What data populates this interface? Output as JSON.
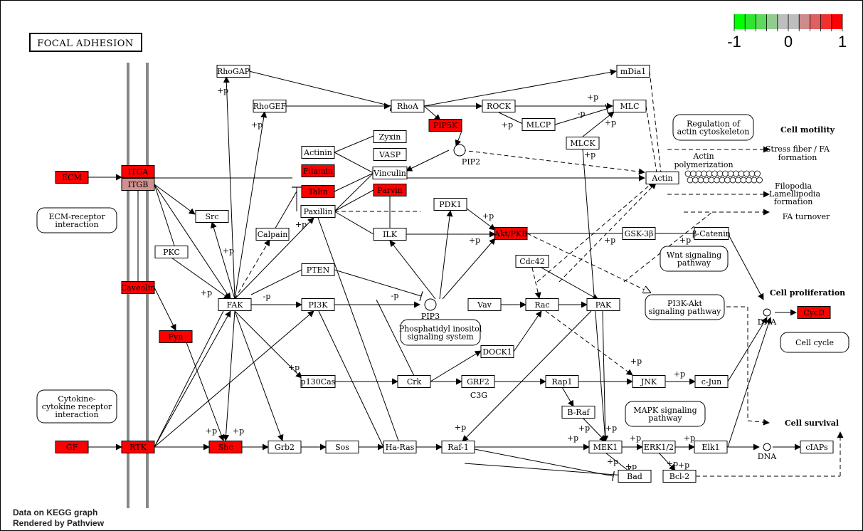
{
  "title": "FOCAL ADHESION",
  "footer": [
    "Data on KEGG graph",
    "Rendered by Pathview"
  ],
  "colors": {
    "up_strong": "#ff0000",
    "up_weak": "#d09090",
    "neutral": "#ffffff",
    "membrane": "#888888",
    "edge": "#000000"
  },
  "legend": {
    "min_label": "-1",
    "mid_label": "0",
    "max_label": "1",
    "colors": [
      "#00ff00",
      "#2ee62e",
      "#5ed95e",
      "#90cc90",
      "#bebebe",
      "#bebebe",
      "#cc8c8c",
      "#e06060",
      "#f03030",
      "#ff0000"
    ]
  },
  "nodes": [
    {
      "id": "ECM",
      "label": "ECM",
      "value": 1.0
    },
    {
      "id": "ITGA",
      "label": "ITGA",
      "value": 1.0
    },
    {
      "id": "ITGB",
      "label": "ITGB",
      "value": 0.35
    },
    {
      "id": "Caveolin",
      "label": "Caveolin",
      "value": 1.0
    },
    {
      "id": "Fyn",
      "label": "Fyn",
      "value": 1.0
    },
    {
      "id": "GF",
      "label": "GF",
      "value": 1.0
    },
    {
      "id": "RTK",
      "label": "RTK",
      "value": 1.0
    },
    {
      "id": "Shc",
      "label": "Shc",
      "value": 1.0
    },
    {
      "id": "Grb2",
      "label": "Grb2",
      "value": null
    },
    {
      "id": "Sos",
      "label": "Sos",
      "value": null
    },
    {
      "id": "HaRas",
      "label": "Ha-Ras",
      "value": null
    },
    {
      "id": "Raf1",
      "label": "Raf-1",
      "value": null
    },
    {
      "id": "MEK1",
      "label": "MEK1",
      "value": null
    },
    {
      "id": "ERK",
      "label": "ERK1/2",
      "value": null
    },
    {
      "id": "Elk1",
      "label": "Elk1",
      "value": null
    },
    {
      "id": "cIAPs",
      "label": "cIAPs",
      "value": null
    },
    {
      "id": "Bad",
      "label": "Bad",
      "value": null
    },
    {
      "id": "Bcl2",
      "label": "Bcl-2",
      "value": null
    },
    {
      "id": "Src",
      "label": "Src",
      "value": null
    },
    {
      "id": "PKC",
      "label": "PKC",
      "value": null
    },
    {
      "id": "FAK",
      "label": "FAK",
      "value": null
    },
    {
      "id": "PI3K",
      "label": "PI3K",
      "value": null
    },
    {
      "id": "p130Cas",
      "label": "p130Cas",
      "value": null
    },
    {
      "id": "Crk",
      "label": "Crk",
      "value": null
    },
    {
      "id": "DOCK1",
      "label": "DOCK1",
      "value": null
    },
    {
      "id": "GRF2",
      "label": "GRF2",
      "value": null
    },
    {
      "id": "Rap1",
      "label": "Rap1",
      "value": null
    },
    {
      "id": "BRaf",
      "label": "B-Raf",
      "value": null
    },
    {
      "id": "JNK",
      "label": "JNK",
      "value": null
    },
    {
      "id": "cJun",
      "label": "c-Jun",
      "value": null
    },
    {
      "id": "Calpain",
      "label": "Calpain",
      "value": null
    },
    {
      "id": "PTEN",
      "label": "PTEN",
      "value": null
    },
    {
      "id": "Paxillin",
      "label": "Paxillin",
      "value": null
    },
    {
      "id": "Actinin",
      "label": "Actinin",
      "value": null
    },
    {
      "id": "Filamin",
      "label": "Filamin",
      "value": 1.0
    },
    {
      "id": "Talin",
      "label": "Talin",
      "value": 1.0
    },
    {
      "id": "Zyxin",
      "label": "Zyxin",
      "value": null
    },
    {
      "id": "VASP",
      "label": "VASP",
      "value": null
    },
    {
      "id": "Vinculin",
      "label": "Vinculin",
      "value": null
    },
    {
      "id": "Parvin",
      "label": "Parvin",
      "value": 1.0
    },
    {
      "id": "ILK",
      "label": "ILK",
      "value": null
    },
    {
      "id": "PDK1",
      "label": "PDK1",
      "value": null
    },
    {
      "id": "Akt",
      "label": "Akt/PKB",
      "value": 1.0
    },
    {
      "id": "GSK3b",
      "label": "GSK-3β",
      "value": null
    },
    {
      "id": "bCatenin",
      "label": "β-Catenin",
      "value": null
    },
    {
      "id": "Cdc42",
      "label": "Cdc42",
      "value": null
    },
    {
      "id": "Vav",
      "label": "Vav",
      "value": null
    },
    {
      "id": "Rac",
      "label": "Rac",
      "value": null
    },
    {
      "id": "PAK",
      "label": "PAK",
      "value": null
    },
    {
      "id": "RhoGAP",
      "label": "RhoGAP",
      "value": null
    },
    {
      "id": "RhoGEF",
      "label": "RhoGEF",
      "value": null
    },
    {
      "id": "RhoA",
      "label": "RhoA",
      "value": null
    },
    {
      "id": "PIP5K",
      "label": "PIP5K",
      "value": 1.0
    },
    {
      "id": "ROCK",
      "label": "ROCK",
      "value": null
    },
    {
      "id": "MLCP",
      "label": "MLCP",
      "value": null
    },
    {
      "id": "MLCK",
      "label": "MLCK",
      "value": null
    },
    {
      "id": "MLC",
      "label": "MLC",
      "value": null
    },
    {
      "id": "mDia1",
      "label": "mDia1",
      "value": null
    },
    {
      "id": "Actin",
      "label": "Actin",
      "value": null
    },
    {
      "id": "CycD",
      "label": "CycD",
      "value": 1.0
    }
  ],
  "compounds": [
    {
      "id": "PIP2",
      "label": "PIP2"
    },
    {
      "id": "PIP3",
      "label": "PIP3"
    },
    {
      "id": "DNA1",
      "label": "DNA"
    },
    {
      "id": "DNA2",
      "label": "DNA"
    }
  ],
  "pathway_links": [
    {
      "id": "ecm_receptor",
      "lines": [
        "ECM-receptor",
        "interaction"
      ]
    },
    {
      "id": "cytokine",
      "lines": [
        "Cytokine-",
        "cytokine receptor",
        "interaction"
      ]
    },
    {
      "id": "regulation_actin",
      "lines": [
        "Regulation of",
        "actin cytoskeleton"
      ]
    },
    {
      "id": "wnt",
      "lines": [
        "Wnt signaling",
        "pathway"
      ]
    },
    {
      "id": "pi3k_akt",
      "lines": [
        "PI3K-Akt",
        "signaling pathway"
      ]
    },
    {
      "id": "phosphatidyl",
      "lines": [
        "Phosphatidyl inositol",
        "signaling system"
      ]
    },
    {
      "id": "cell_cycle",
      "lines": [
        "Cell cycle"
      ]
    },
    {
      "id": "mapk",
      "lines": [
        "MAPK signaling",
        "pathway"
      ]
    }
  ],
  "outcomes": {
    "cell_motility": "Cell motility",
    "stress_fiber": [
      "Stress fiber / FA",
      "formation"
    ],
    "actin_poly": [
      "Actin",
      "polymerization"
    ],
    "filopodia": [
      "Filopodia",
      "Lamellipodia",
      "formation"
    ],
    "fa_turnover": "FA turnover",
    "cell_proliferation": "Cell proliferation",
    "cell_survival": "Cell survival",
    "c3g": "C3G"
  },
  "edge_labels": {
    "plus_p": "+p",
    "minus_p": "-p"
  }
}
